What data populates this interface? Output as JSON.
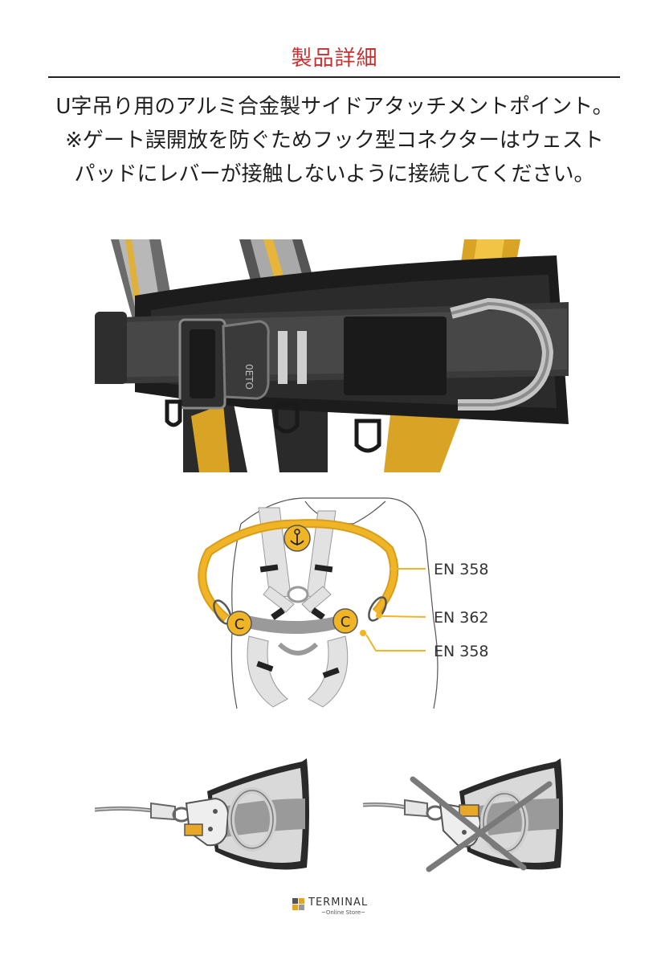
{
  "header": {
    "title": "製品詳細"
  },
  "description": {
    "line1": "U字吊り用のアルミ合金製サイドアタッチメントポイント。",
    "line2": "※ゲート誤開放を防ぐためフック型コネクターはウェスト",
    "line3": "パッドにレバーが接触しないように接続してください。"
  },
  "diagram": {
    "labels": [
      "EN 358",
      "EN 362",
      "EN 358"
    ],
    "icon_letter": "C",
    "accent_color": "#f0b527",
    "strap_color": "#9a9a9a"
  },
  "photo": {
    "print": "0ETO"
  },
  "illustrations": {
    "left_state": "correct",
    "right_state": "incorrect"
  },
  "footer": {
    "logo_name": "TERMINAL",
    "logo_sub": "~Online Store~"
  },
  "colors": {
    "title": "#c8302f",
    "accent": "#f0b527"
  }
}
